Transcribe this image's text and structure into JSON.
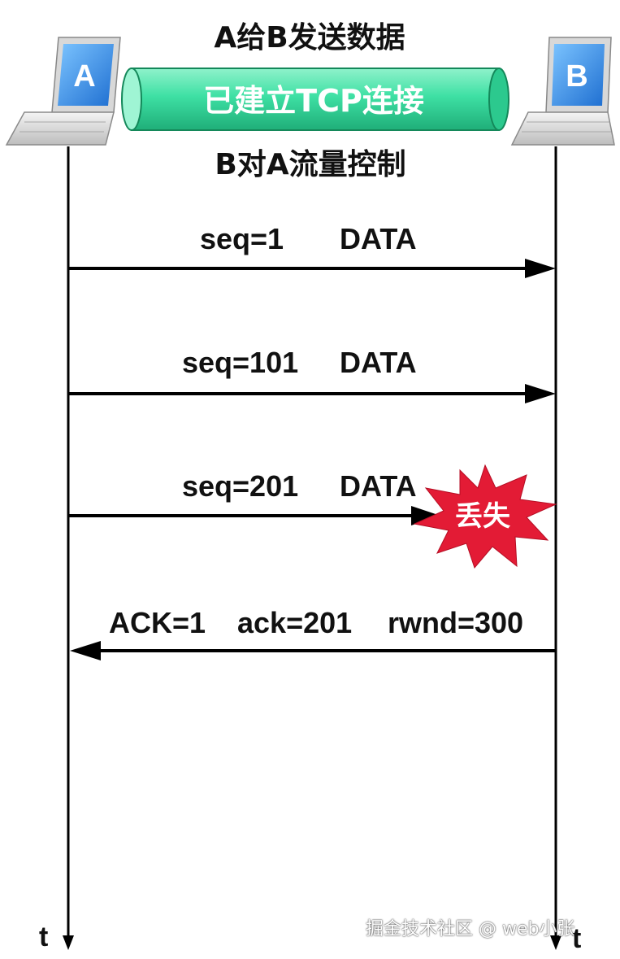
{
  "title": "A给B发送数据",
  "connection_label": "已建立TCP连接",
  "subtitle": "B对A流量控制",
  "host_a": {
    "label": "A"
  },
  "host_b": {
    "label": "B"
  },
  "timeline": {
    "label_a": "t",
    "label_b": "t"
  },
  "messages": [
    {
      "seq": "seq=1",
      "payload": "DATA",
      "direction": "A-to-B",
      "lost": false
    },
    {
      "seq": "seq=101",
      "payload": "DATA",
      "direction": "A-to-B",
      "lost": false
    },
    {
      "seq": "seq=201",
      "payload": "DATA",
      "direction": "A-to-B",
      "lost": true
    }
  ],
  "loss_label": "丢失",
  "ack_message": {
    "ack_flag": "ACK=1",
    "ack_num": "ack=201",
    "rwnd": "rwnd=300",
    "direction": "B-to-A"
  },
  "watermark": "掘金技术社区 @ web小张",
  "colors": {
    "cylinder": "#3ee0a4",
    "cylinder_dark": "#1e9d6c",
    "burst": "#e31b35",
    "screen": "#3d9df0",
    "line": "#000000"
  }
}
